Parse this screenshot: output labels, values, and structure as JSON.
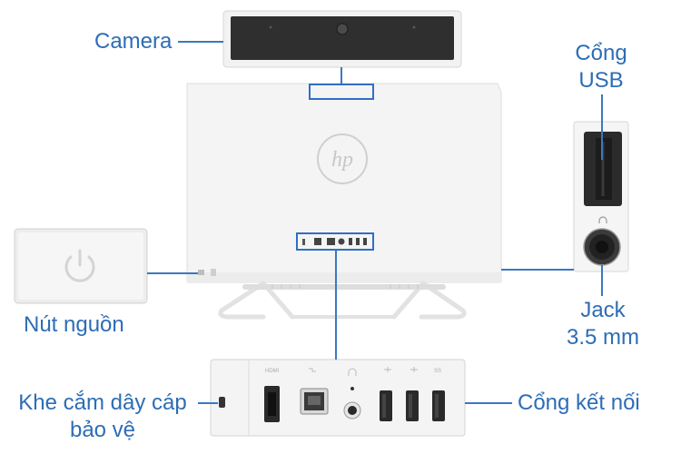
{
  "colors": {
    "callout": "#2d6db5",
    "device_body": "#f3f4f4",
    "device_edge": "#d9dadb",
    "port_dark": "#2a2a2a"
  },
  "brand_logo": "hp",
  "labels": {
    "camera": "Camera",
    "usb_port": [
      "Cổng",
      "USB"
    ],
    "power_button": "Nút nguồn",
    "audio_jack": [
      "Jack",
      "3.5 mm"
    ],
    "lock_slot": [
      "Khe cắm dây cáp",
      "bảo vệ"
    ],
    "ports": "Cổng kết nối"
  },
  "port_icons": [
    "hdmi-icon",
    "ethernet-icon",
    "headphone-icon",
    "usb-icon",
    "usb-icon",
    "usb3-icon"
  ],
  "port_tags": [
    "HDMI",
    "SS"
  ]
}
